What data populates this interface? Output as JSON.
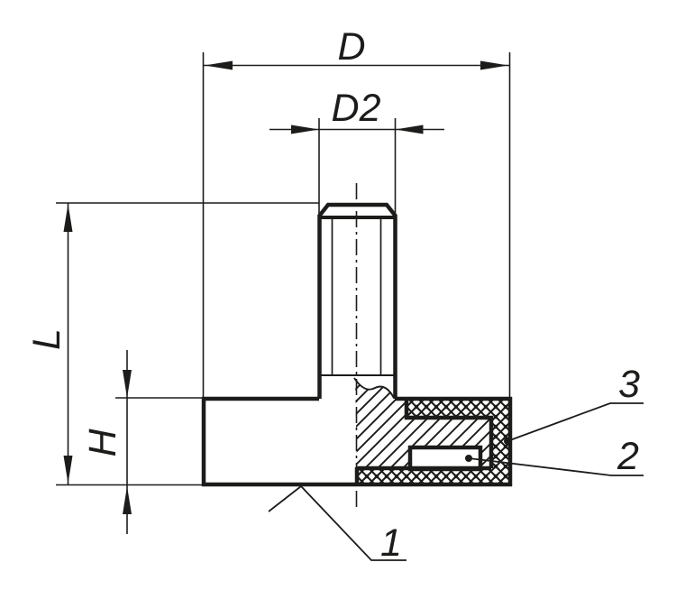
{
  "drawing": {
    "background_color": "#ffffff",
    "line_color": "#1c1c1a",
    "dimension_labels": {
      "outer_diameter": "D",
      "thread_diameter": "D2",
      "total_height": "L",
      "base_height": "H"
    },
    "part_labels": {
      "part1": "1",
      "part2": "2",
      "part3": "3"
    }
  }
}
